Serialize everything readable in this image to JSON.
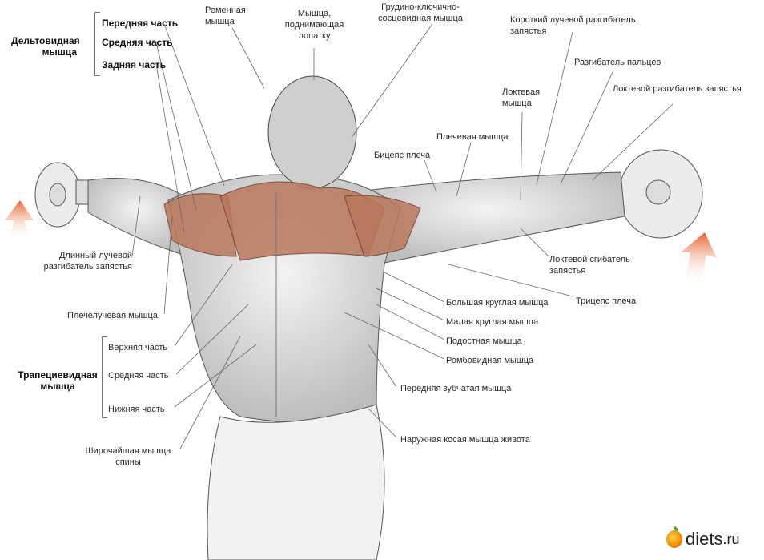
{
  "deltoid": {
    "title": "Дельтовидная мышца",
    "parts": [
      "Передняя часть",
      "Средняя часть",
      "Задняя часть"
    ]
  },
  "trapezius": {
    "title": "Трапециевидная мышца",
    "parts": [
      "Верхняя часть",
      "Средняя часть",
      "Нижняя часть"
    ]
  },
  "labels": {
    "splenius": "Ременная мышца",
    "levator": "Мышца, поднимающая лопатку",
    "sternocleido": "Грудино-ключично-сосцевидная мышца",
    "ecrb": "Короткий лучевой разгибатель запястья",
    "ext_digitorum": "Разгибатель пальцев",
    "ecu": "Локтевой разгибатель запястья",
    "anconeus": "Локтевая мышца",
    "brachialis": "Плечевая мышца",
    "biceps": "Бицепс плеча",
    "fcu": "Локтевой сгибатель запястья",
    "triceps": "Трицепс плеча",
    "teres_major": "Большая круглая мышца",
    "teres_minor": "Малая круглая мышца",
    "infraspinatus": "Подостная мышца",
    "rhomboid": "Ромбовидная мышца",
    "serratus": "Передняя зубчатая мышца",
    "oblique": "Наружная косая мышца живота",
    "ecrl": "Длинный лучевой разгибатель запястья",
    "brachioradialis": "Плечелучевая мышца",
    "latissimus": "Широчайшая мышца спины"
  },
  "logo": {
    "name": "diets",
    "suffix": ".ru"
  },
  "colors": {
    "muscle_highlight": "#b9785c",
    "arrow": "#e8602c",
    "line": "#555555"
  }
}
